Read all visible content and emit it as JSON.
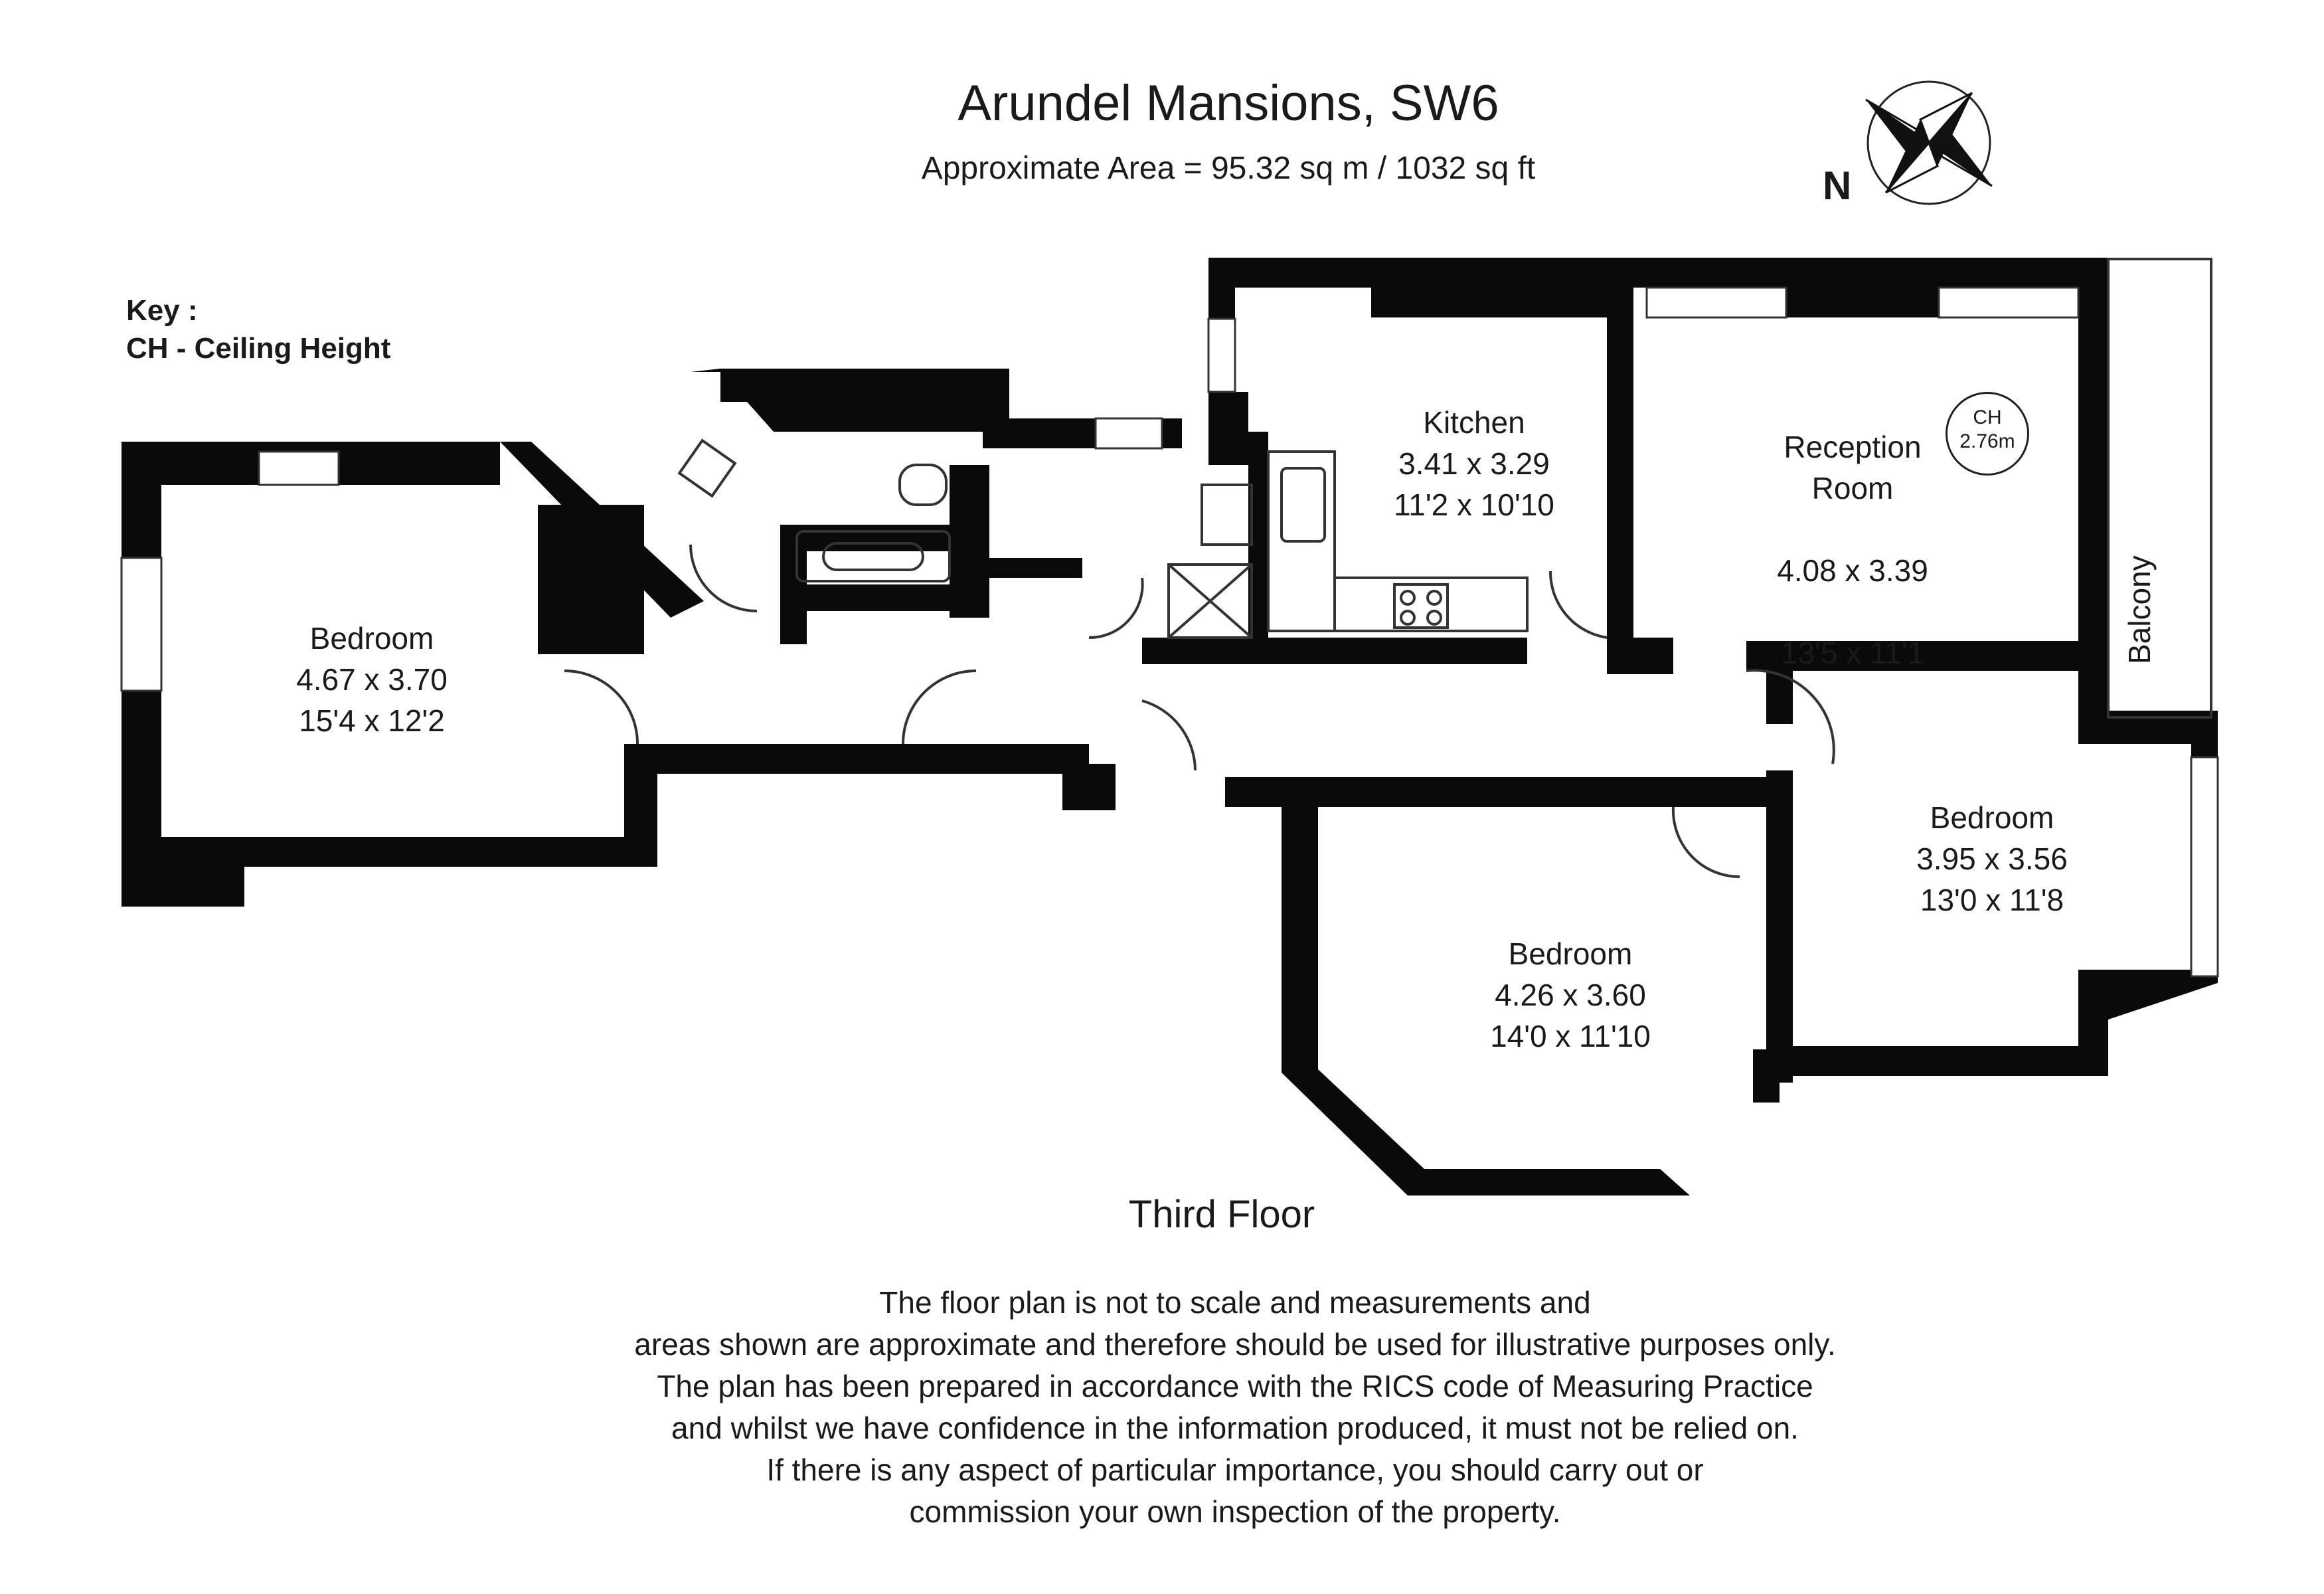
{
  "header": {
    "title": "Arundel Mansions, SW6",
    "area": "Approximate Area =  95.32 sq m / 1032 sq ft"
  },
  "key": {
    "heading": "Key :",
    "entry": "CH - Ceiling Height"
  },
  "compass": {
    "north_label": "N"
  },
  "rooms": [
    {
      "name": "Bedroom",
      "metric": "4.67 x 3.70",
      "imperial": "15'4 x 12'2"
    },
    {
      "name": "Kitchen",
      "metric": "3.41 x 3.29",
      "imperial": "11'2 x 10'10"
    },
    {
      "name": "Reception\nRoom",
      "metric": "4.08 x 3.39",
      "imperial": "13'5 x 11'1"
    },
    {
      "name": "Bedroom",
      "metric": "3.95 x 3.56",
      "imperial": "13'0 x 11'8"
    },
    {
      "name": "Bedroom",
      "metric": "4.26 x 3.60",
      "imperial": "14'0 x 11'10"
    }
  ],
  "ceiling": {
    "label": "CH",
    "value": "2.76m"
  },
  "balcony": "Balcony",
  "floor": "Third Floor",
  "disclaimer": [
    "The floor plan is not to scale and measurements and",
    "areas shown are approximate and therefore should be used for illustrative purposes only.",
    "The plan has been prepared in accordance with the RICS code of Measuring Practice",
    "and whilst we have confidence in the information produced, it must not be relied on.",
    "If there is any aspect of particular importance, you should carry out or",
    "commission your own inspection of the property."
  ],
  "colors": {
    "wall": "#0a0a0a",
    "line": "#333333",
    "background": "#ffffff"
  }
}
